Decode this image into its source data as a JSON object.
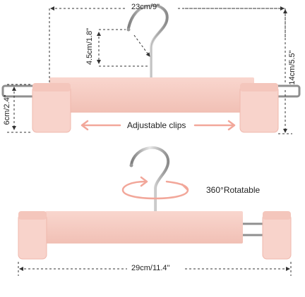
{
  "dimensions": {
    "top_width": "23cm/9\"",
    "hook_height": "4.5cm/1.8\"",
    "total_height": "14cm/5.5\"",
    "clip_height": "6cm/2.4\"",
    "bottom_width": "29cm/11.4\""
  },
  "features": {
    "adjustable_clips": "Adjustable clips",
    "rotatable": "360°Rotatable"
  },
  "colors": {
    "hanger_pink": "#f6cbc2",
    "hanger_pink_shade": "#efb8ad",
    "clip_pink": "#f8d3cb",
    "metal": "#9a9a9a",
    "arrow_salmon": "#f2a79a",
    "dashed_line": "#333333"
  }
}
